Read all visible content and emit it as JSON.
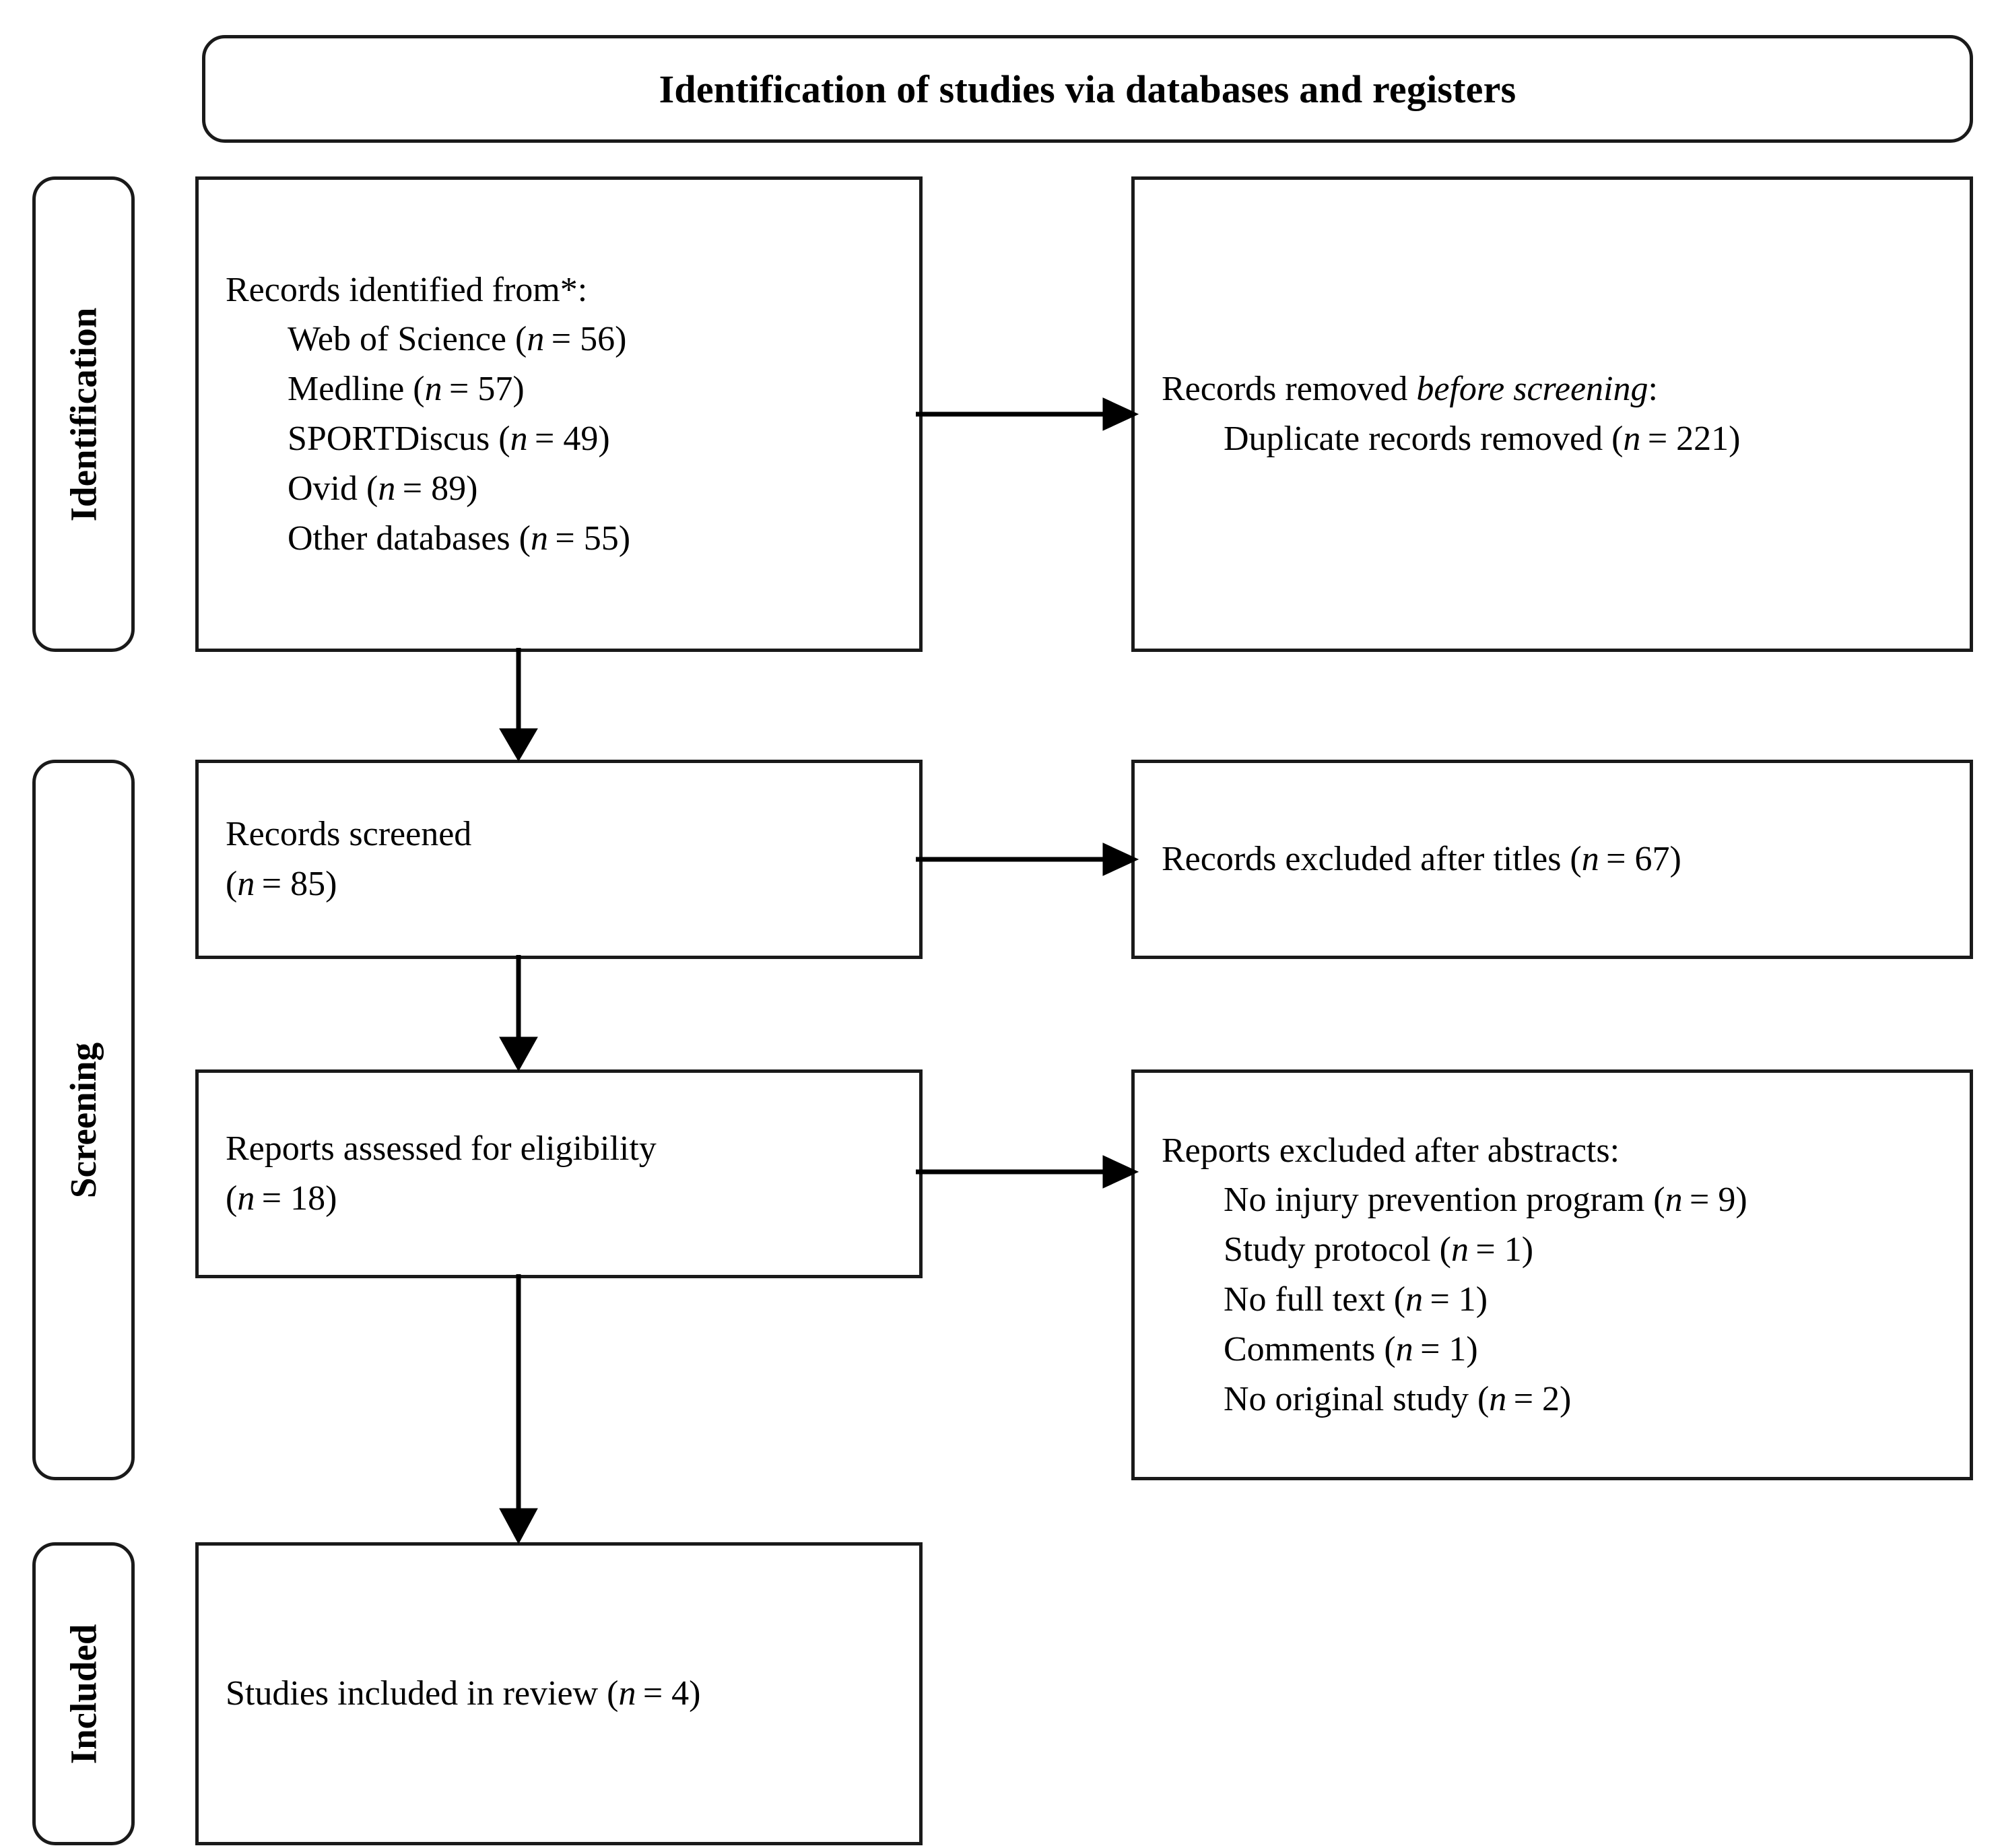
{
  "header": {
    "title": "Identification of studies via databases and registers"
  },
  "phases": [
    {
      "key": "identification",
      "label": "Identification"
    },
    {
      "key": "screening",
      "label": "Screening"
    },
    {
      "key": "included",
      "label": "Included"
    }
  ],
  "boxes": {
    "identified": {
      "heading": "Records identified from*:",
      "items": [
        "Web of Science (n = 56)",
        "Medline (n = 57)",
        "SPORTDiscus (n = 49)",
        "Ovid (n = 89)",
        "Other databases (n = 55)"
      ]
    },
    "removed": {
      "heading_prefix": "Records removed ",
      "heading_italic": "before screening",
      "heading_suffix": ":",
      "items": [
        "Duplicate records removed (n = 221)"
      ]
    },
    "screened": {
      "line1": "Records screened",
      "line2": "(n = 85)"
    },
    "excluded_titles": {
      "line1": "Records excluded after titles (n = 67)"
    },
    "eligibility": {
      "line1": "Reports assessed for eligibility",
      "line2": "(n = 18)"
    },
    "excluded_abstracts": {
      "heading": "Reports excluded after abstracts:",
      "items": [
        "No injury prevention program (n = 9)",
        "Study protocol (n = 1)",
        "No full text (n = 1)",
        "Comments (n = 1)",
        "No original study (n = 2)"
      ]
    },
    "included": {
      "line1": "Studies included in review (n = 4)"
    }
  },
  "counts": {
    "web_of_science": 56,
    "medline": 57,
    "sportdiscus": 49,
    "ovid": 89,
    "other_databases": 55,
    "duplicates_removed": 221,
    "records_screened": 85,
    "excluded_after_titles": 67,
    "reports_assessed": 18,
    "no_injury_prevention_program": 9,
    "study_protocol": 1,
    "no_full_text": 1,
    "comments": 1,
    "no_original_study": 2,
    "studies_included": 4
  },
  "colors": {
    "border": "#1a1a1a",
    "text": "#000000",
    "background": "#ffffff",
    "connector": "#000000"
  }
}
